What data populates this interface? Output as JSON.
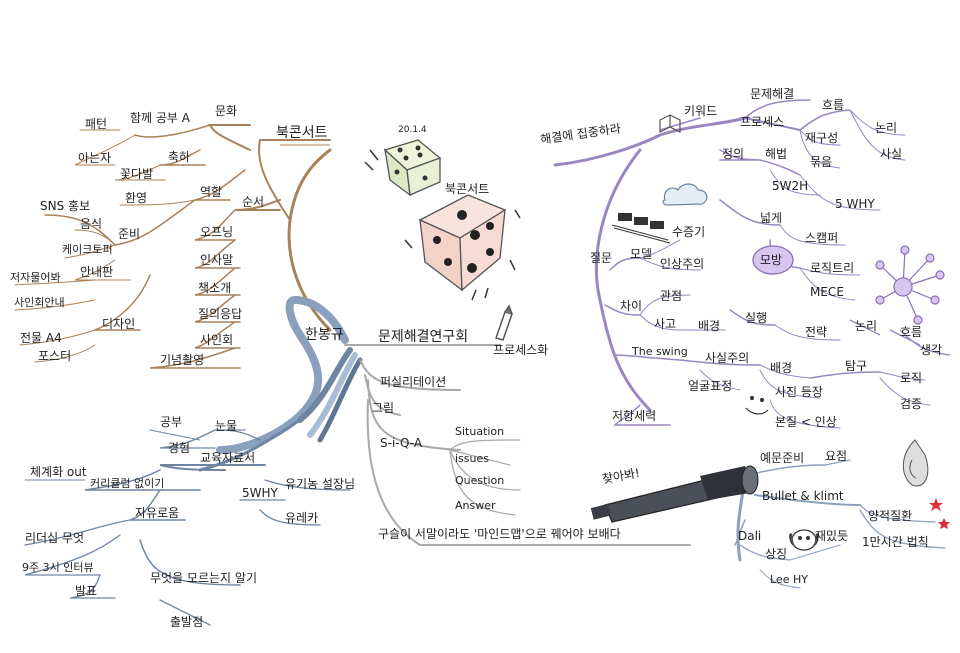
{
  "colors": {
    "tan": "#c7a27a",
    "tan_dark": "#a9825a",
    "purple": "#b7a6d6",
    "purple_dark": "#9a86c2",
    "blue": "#a9bcd6",
    "blue_dark": "#6f86a3",
    "gray": "#c9c9c9",
    "ink": "#222222",
    "dice_green": "#e8f0d6",
    "dice_pink": "#f6dcd4",
    "hub_purple": "#d7c6ef",
    "star_red": "#e0323c"
  },
  "center": {
    "book_a": "한봉규",
    "book_b": "문제해결연구회",
    "bubble": "프로세스화",
    "presentation": "퍼실리테이션",
    "picture": "그림",
    "sqa": "S-i-Q-A",
    "sqa_items": [
      "Situation",
      "issues",
      "Question",
      "Answer"
    ],
    "slogan": "구슬이 서말이라도 '마인드맵'으로 꿰어야 보배다"
  },
  "top_left": {
    "book_concert": "북콘서트",
    "culture": "문화",
    "together": "함께 공부 A",
    "pattern": "패턴",
    "knower": "아는자",
    "celebrate": "축하",
    "bouquet": "꽃다발",
    "role": "역할",
    "welcome": "환영",
    "prepare": "준비",
    "order": "순서",
    "opening": "오프닝",
    "greeting": "인사말",
    "book_intro": "책소개",
    "qa": "질의응답",
    "signing": "사인회",
    "photo": "기념촬영",
    "sns": "SNS 홍보",
    "food": "음식",
    "cake": "케이크토퍼",
    "signboard": "안내판",
    "baby": "저자물어봐",
    "sign_guide": "사인회안내",
    "goods_a4": "전물 A4",
    "poster": "포스터",
    "design": "디자인"
  },
  "dice": {
    "date": "20.1.4",
    "label": "북콘서트"
  },
  "right": {
    "focus": "해결에 집중하라",
    "keyword": "키워드",
    "problem_solving": "문제해결",
    "process": "프로세스",
    "flow": "흐름",
    "logic": "논리",
    "fact": "사실",
    "reproduce": "재구성",
    "tie": "묶음",
    "define": "정의",
    "solve": "해법",
    "w5h2": "5W2H",
    "why5": "5 WHY",
    "wide": "넓게",
    "scamper": "스캠퍼",
    "imitate": "모방",
    "logic_tree": "로직트리",
    "mece": "MECE",
    "node_logic": "논리",
    "node_flow": "흐름",
    "node_think": "생각",
    "question": "질문",
    "model": "모델",
    "steam": "수증기",
    "impression": "인상주의",
    "difference": "차이",
    "view": "관점",
    "thinking": "사고",
    "background": "배경",
    "execute": "실행",
    "strategy": "전략",
    "swing": "The swing",
    "realism": "사실주의",
    "face": "얼굴표정",
    "bg2": "배경",
    "explore": "탐구",
    "logic2": "로직",
    "verify": "검증",
    "resist": "저항세력",
    "photo_appear": "사진 등장",
    "essence": "본질 < 인상"
  },
  "bottom_left": {
    "study": "공부",
    "tears": "눈물",
    "experience": "경험",
    "education": "교육자료서",
    "story": "커리큘럼 없이기",
    "outline": "체계화 out",
    "five_why": "5WHY",
    "utility": "유기농 설장님",
    "eureka": "유레카",
    "freedom": "자유로움",
    "leadership": "리더십 무엇",
    "interview": "9주 3시 인터뷰",
    "present": "발표",
    "unknown": "무엇을 모르는지 알기",
    "origin": "출발점"
  },
  "bottom_right": {
    "found": "찾아봐!",
    "example": "예문준비",
    "summary": "요점",
    "bullet": "Bullet & klimt",
    "quality": "양적질환",
    "rule": "1만시간 법칙",
    "dali": "Dali",
    "symbol": "상징",
    "follow": "재밌듯",
    "lee": "Lee HY"
  }
}
